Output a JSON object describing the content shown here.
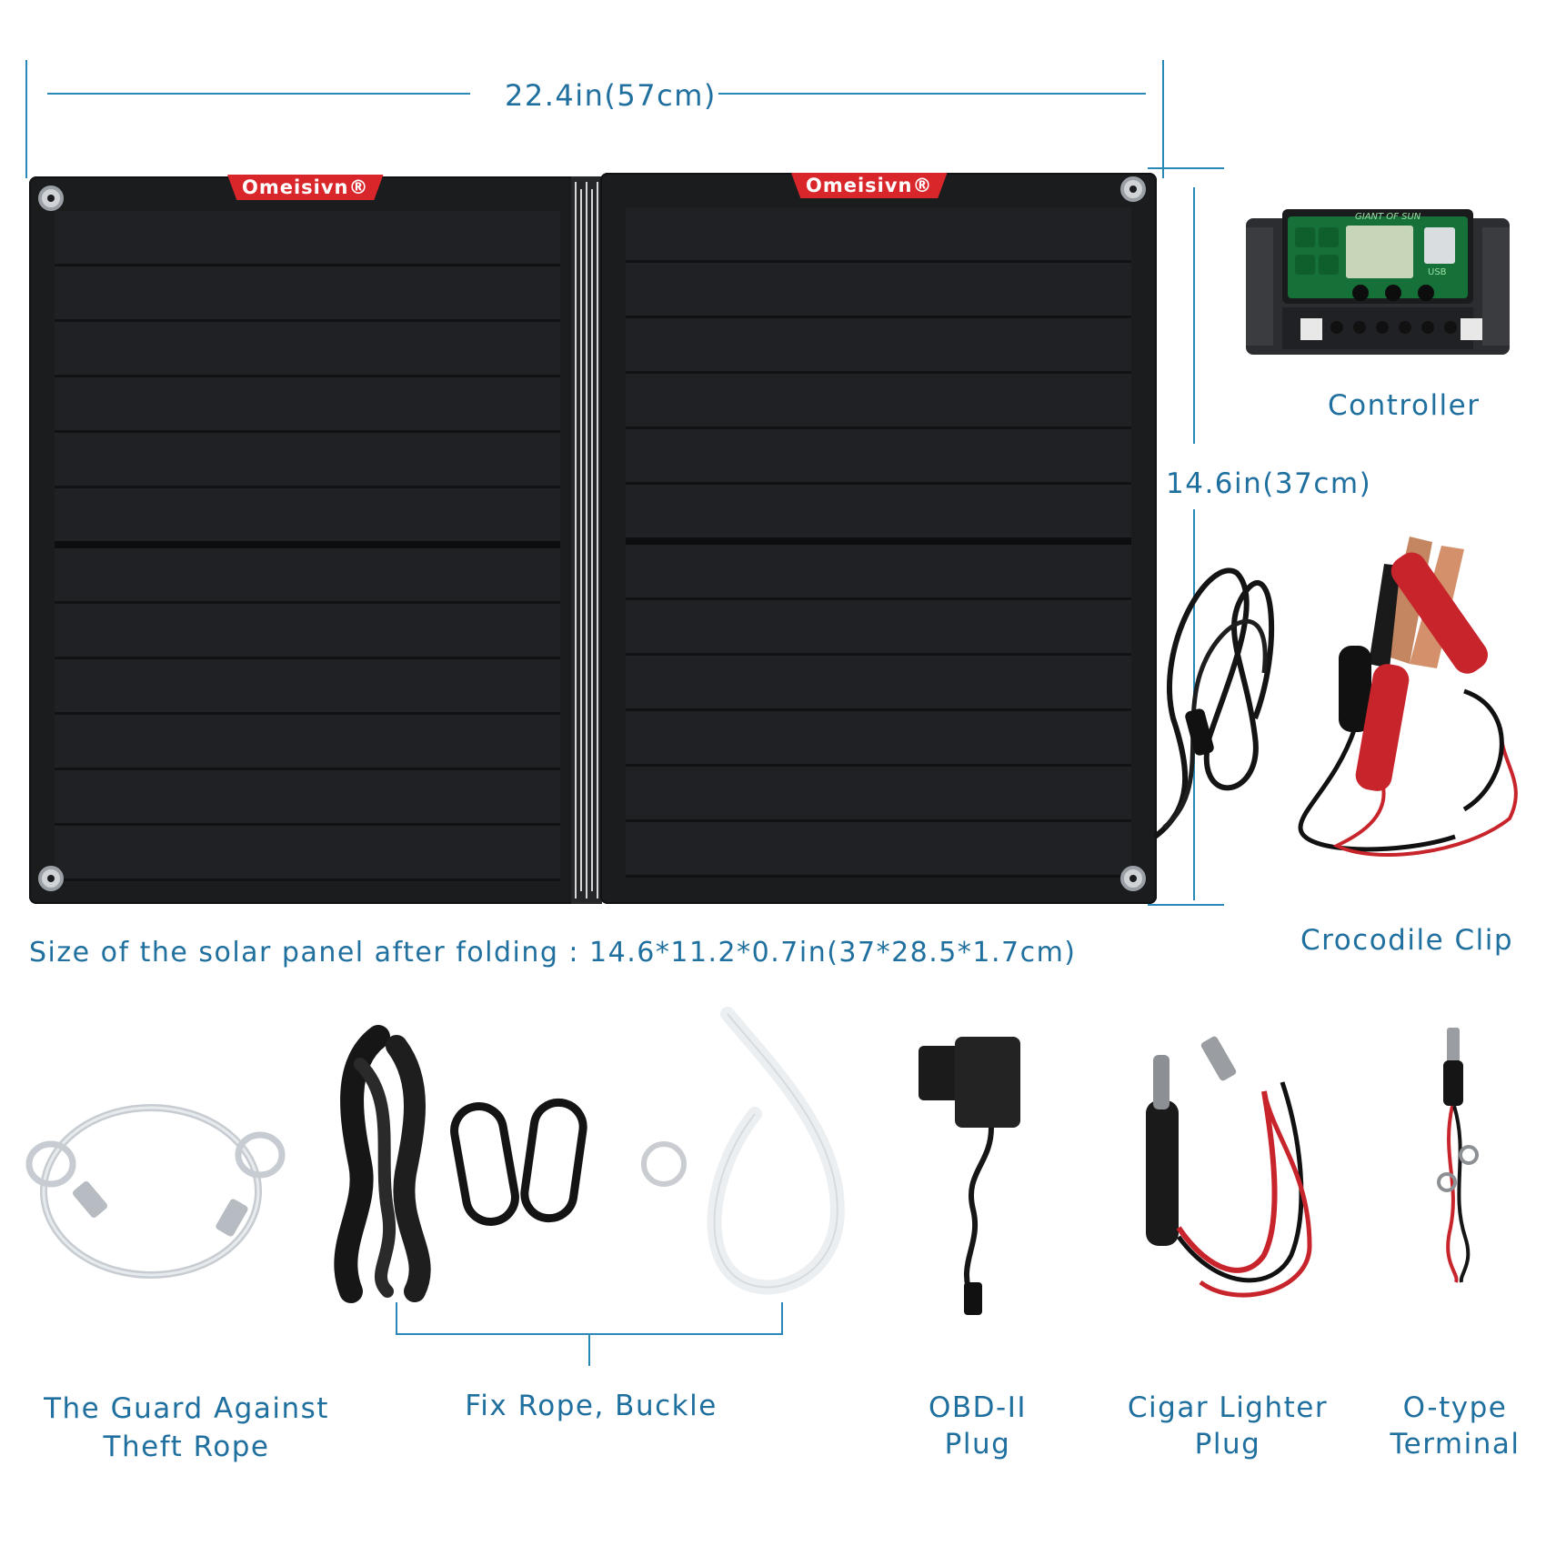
{
  "dimensions": {
    "width_label": "22.4in(57cm)",
    "height_label": "14.6in(37cm)",
    "folded_size_label": "Size of the solar panel after folding : 14.6*11.2*0.7in(37*28.5*1.7cm)"
  },
  "brand": {
    "logo_text": "Omeisivn®",
    "accent_color": "#d9262b",
    "label_color": "#1f6f9f"
  },
  "components": {
    "controller": {
      "label": "Controller",
      "screen_brand": "GIANT OF SUN",
      "usb_text": "USB"
    },
    "crocodile_clip": {
      "label": "Crocodile Clip"
    },
    "theft_rope": {
      "label_line1": "The Guard Against",
      "label_line2": "Theft Rope"
    },
    "fix_rope": {
      "label": "Fix Rope, Buckle"
    },
    "obd_plug": {
      "label_line1": "OBD-II",
      "label_line2": "Plug"
    },
    "cigar_plug": {
      "label_line1": "Cigar Lighter",
      "label_line2": "Plug"
    },
    "o_terminal": {
      "label_line1": "O-type",
      "label_line2": "Terminal"
    }
  }
}
